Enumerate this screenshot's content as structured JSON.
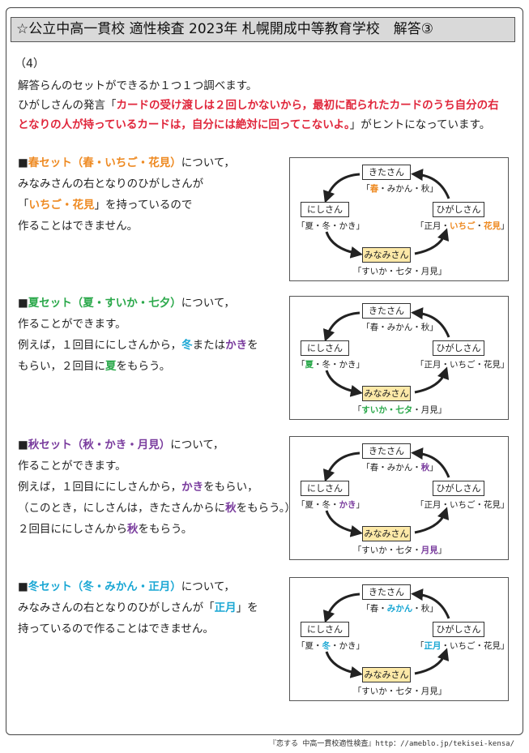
{
  "header": {
    "title": "☆公立中高一貫校 適性検査 2023年 札幌開成中等教育学校　解答③"
  },
  "question_number": "（4）",
  "intro": {
    "line1": "解答らんのセットができるか１つ１つ調べます。",
    "line2_pre": "ひがしさんの発言「",
    "line2_red": "カードの受け渡しは２回しかないから，最初に配られたカードのうち自分の右",
    "line3_red": "となりの人が持っているカードは，自分には絶対に回ってこないよ。",
    "line3_post": "」がヒントになっています。"
  },
  "sections": [
    {
      "name": "spring",
      "title_mark": "■",
      "title_colored": "春セット（春・いちご・花見）",
      "title_rest": "について，",
      "l2": "みなみさんの右となりのひがしさんが",
      "l3_a": "「",
      "l3_b": "いちご・花見",
      "l3_c": "」を持っているので",
      "l4": "作ることはできません。",
      "diagram": {
        "kita": "きたさん",
        "nishi": "にしさん",
        "higashi": "ひがしさん",
        "minami": "みなみさん",
        "kita_cards": {
          "pre": "「",
          "hl": "春",
          "post": "・みかん・秋」"
        },
        "nishi_cards": {
          "pre": "「夏・冬・かき」"
        },
        "higashi_cards": {
          "pre": "「正月・",
          "hl": "いちご",
          "mid": "・",
          "hl2": "花見",
          "post": "」"
        },
        "minami_cards": {
          "pre": "「すいか・七タ・月見」"
        }
      }
    },
    {
      "name": "summer",
      "title_mark": "■",
      "title_colored": "夏セット（夏・すいか・七夕）",
      "title_rest": "について，",
      "l2": "作ることができます。",
      "l3_a": "例えば，１回目ににしさんから，",
      "l3_b": "冬",
      "l3_c": "または",
      "l3_d": "かき",
      "l3_e": "を",
      "l4_a": "もらい，２回目に",
      "l4_b": "夏",
      "l4_c": "をもらう。",
      "diagram": {
        "kita": "きたさん",
        "nishi": "にしさん",
        "higashi": "ひがしさん",
        "minami": "みなみさん",
        "kita_cards": {
          "pre": "「春・みかん・秋」"
        },
        "nishi_cards": {
          "pre": "「",
          "hl": "夏",
          "post": "・冬・かき」"
        },
        "higashi_cards": {
          "pre": "「正月・いちご・花見」"
        },
        "minami_cards": {
          "pre": "「",
          "hl": "すいか・七タ",
          "post": "・月見」"
        }
      }
    },
    {
      "name": "autumn",
      "title_mark": "■",
      "title_colored": "秋セット（秋・かき・月見）",
      "title_rest": "について，",
      "l2": "作ることができます。",
      "l3_a": "例えば，１回目ににしさんから，",
      "l3_b": "かき",
      "l3_c": "をもらい，",
      "l4_a": "（このとき，にしさんは，きたさんからに",
      "l4_b": "秋",
      "l4_c": "をもらう。）",
      "l5_a": "２回目ににしさんから",
      "l5_b": "秋",
      "l5_c": "をもらう。",
      "diagram": {
        "kita": "きたさん",
        "nishi": "にしさん",
        "higashi": "ひがしさん",
        "minami": "みなみさん",
        "kita_cards": {
          "pre": "「春・みかん・",
          "hl": "秋",
          "post": "」"
        },
        "nishi_cards": {
          "pre": "「夏・冬・",
          "hl": "かき",
          "post": "」"
        },
        "higashi_cards": {
          "pre": "「正月・いちご・花見」"
        },
        "minami_cards": {
          "pre": "「すいか・七タ・",
          "hl": "月見",
          "post": "」"
        }
      }
    },
    {
      "name": "winter",
      "title_mark": "■",
      "title_colored": "冬セット（冬・みかん・正月）",
      "title_rest": "について，",
      "l2_a": "みなみさんの右となりのひがしさんが「",
      "l2_b": "正月",
      "l2_c": "」を",
      "l3": "持っているので作ることはできません。",
      "diagram": {
        "kita": "きたさん",
        "nishi": "にしさん",
        "higashi": "ひがしさん",
        "minami": "みなみさん",
        "kita_cards": {
          "pre": "「春・",
          "hl": "みかん",
          "post": "・秋」"
        },
        "nishi_cards": {
          "pre": "「夏・",
          "hl": "冬",
          "post": "・かき」"
        },
        "higashi_cards": {
          "pre": "「",
          "hl": "正月",
          "post": "・いちご・花見」"
        },
        "minami_cards": {
          "pre": "「すいか・七タ・月見」"
        }
      }
    }
  ],
  "footer": "『恋する 中高一貫校適性検査』http：//ameblo.jp/tekisei-kensa/",
  "colors": {
    "spring": "#ee8a22",
    "summer": "#2aa84a",
    "autumn": "#7a3c9e",
    "winter": "#1aa7d4",
    "hint_red": "#e0263b",
    "minami_box": "#fde9a8"
  }
}
